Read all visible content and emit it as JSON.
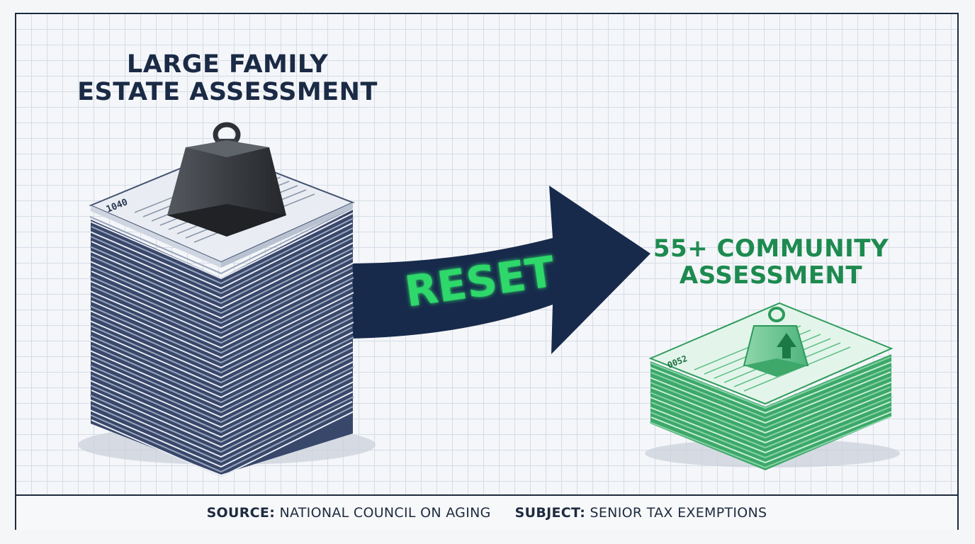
{
  "left_block": {
    "title_line1": "LARGE FAMILY",
    "title_line2": "ESTATE ASSESSMENT"
  },
  "arrow": {
    "label": "RESET"
  },
  "right_block": {
    "title_line1": "55+ COMMUNITY",
    "title_line2": "ASSESSMENT"
  },
  "footer": {
    "source_key": "SOURCE:",
    "source_value": "NATIONAL COUNCIL ON AGING",
    "subject_key": "SUBJECT:",
    "subject_value": "SENIOR TAX EXEMPTIONS"
  },
  "colors": {
    "navy": "#1b2a45",
    "green": "#1d8a4f",
    "reset_green": "#2fd86a",
    "weight": "#3a3d42"
  }
}
